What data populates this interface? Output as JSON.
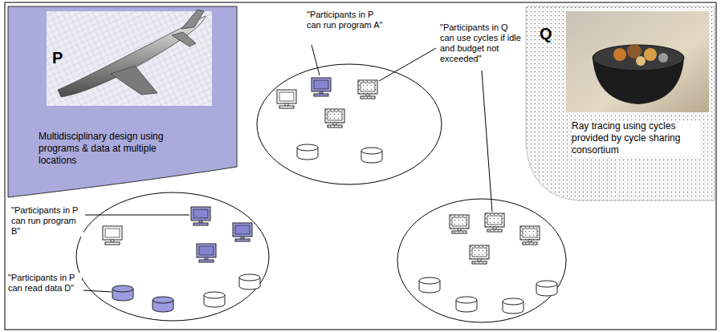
{
  "diagram": {
    "nodes": [
      {
        "text": [
          "P",
          "Multidisciplinary design using programs & data at multiple locations"
        ]
      },
      {
        "text": [
          "Q",
          "Ray tracing using cycles provided by cycle sharing consortium"
        ]
      }
    ],
    "labels": [
      "\"Participants in P can run program A\"",
      "\"Participants in Q can use cycles if idle and budget not exceeded\"",
      "\"Participants in P can run program B\"",
      "\"Participants in P can read data D\""
    ]
  }
}
